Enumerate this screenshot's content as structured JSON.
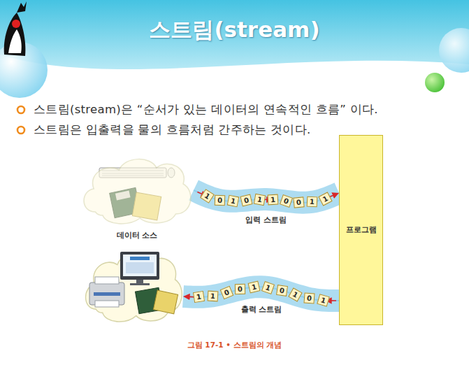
{
  "diagram": {
    "title": "스트림(stream)",
    "caption": "그림 17-1 • 스트림의 개념",
    "nodes": [
      {
        "text": [
          "데이터 소스"
        ]
      },
      {
        "text": [
          "프로그램"
        ]
      }
    ],
    "edges": [
      {
        "from": 0,
        "to": 1,
        "arrow": "to",
        "label": "입력 스트림"
      }
    ],
    "labels": [
      "스트림(stream)은 “순서가 있는 데이터의 연속적인 흐름” 이다.",
      "스트림은 입출력을 물의 흐름처럼 간주하는 것이다.",
      "1",
      "0",
      "1",
      "0",
      "1",
      "1",
      "0",
      "0",
      "1",
      "1",
      "출력 스트림",
      "1",
      "0",
      "1",
      "0",
      "1",
      "1",
      "0",
      "0",
      "1",
      "1"
    ]
  }
}
